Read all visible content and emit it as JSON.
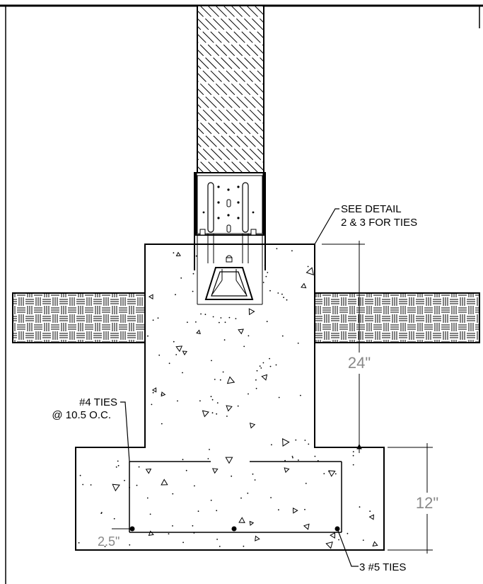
{
  "notes": {
    "see_detail_line1": "SEE DETAIL",
    "see_detail_line2": "2 & 3 FOR TIES",
    "ties_line1": "#4 TIES",
    "ties_line2": "@ 10.5 O.C.",
    "bottom_bars": "3 #5 TIES"
  },
  "dimensions": {
    "stem_height": "24\"",
    "footing_height": "12\"",
    "cover": "2.5\""
  },
  "colors": {
    "line": "#000000",
    "dimension_text": "#888888",
    "background": "#ffffff"
  }
}
